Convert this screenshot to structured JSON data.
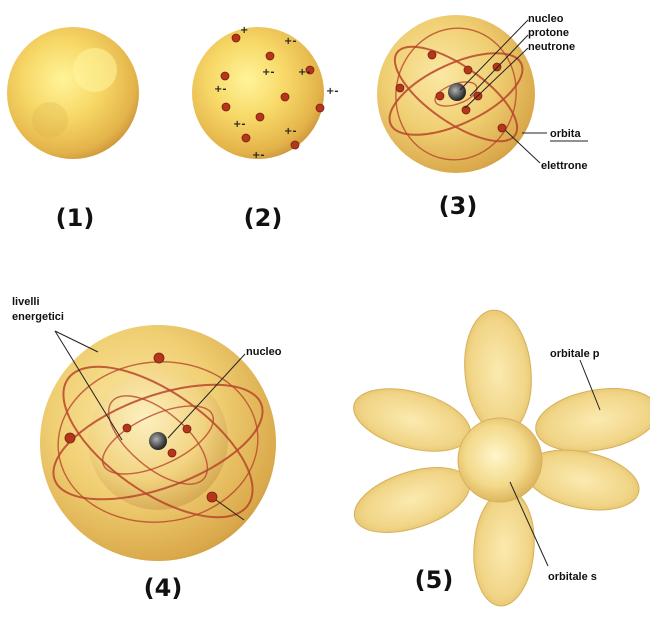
{
  "models": [
    {
      "number": "(1)"
    },
    {
      "number": "(2)"
    },
    {
      "number": "(3)",
      "labels": {
        "nucleo": "nucleo",
        "protone": "protone",
        "neutrone": "neutrone",
        "orbita": "orbita",
        "elettrone": "elettrone"
      }
    },
    {
      "number": "(4)",
      "labels": {
        "livelli_line1": "livelli",
        "livelli_line2": "energetici",
        "nucleo": "nucleo"
      }
    },
    {
      "number": "(5)",
      "labels": {
        "orbitale_p": "orbitale p",
        "orbitale_s": "orbitale s"
      }
    }
  ],
  "colors": {
    "sphere_light": "#fff27a",
    "sphere_mid": "#f5cf5a",
    "sphere_dark": "#d9a33a",
    "electron": "#b5361a",
    "orbit": "#b8452a",
    "lobe": "#f3d98a"
  }
}
